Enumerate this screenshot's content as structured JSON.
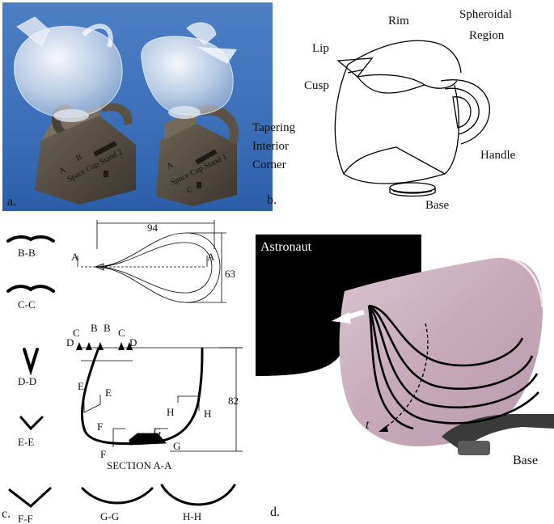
{
  "panel_a": {
    "label": "a.",
    "stand_text_left": "Space Cup Stand 2",
    "stand_text_right": "Space Cup Stand 1",
    "stand_letters": [
      "A",
      "B",
      "C"
    ]
  },
  "panel_b": {
    "label": "b.",
    "parts": {
      "rim": "Rim",
      "spheroidal_1": "Spheroidal",
      "spheroidal_2": "Region",
      "lip": "Lip",
      "cusp": "Cusp",
      "tapering_1": "Tapering",
      "tapering_2": "Interior",
      "tapering_3": "Corner",
      "handle": "Handle",
      "base": "Base"
    }
  },
  "panel_c": {
    "label": "c.",
    "sections": [
      "B-B",
      "C-C",
      "D-D",
      "E-E",
      "F-F",
      "G-G",
      "H-H"
    ],
    "section_title": "SECTION A-A",
    "dimensions": {
      "width": "94",
      "height_top": "63",
      "height_side": "82"
    },
    "cut_letters": {
      "a": "A",
      "b": "B",
      "c": "C",
      "d": "D",
      "e": "E",
      "f": "F",
      "g": "G",
      "h": "H"
    }
  },
  "panel_d": {
    "label": "d.",
    "astronaut": "Astronaut",
    "base": "Base",
    "tangent": "t"
  }
}
